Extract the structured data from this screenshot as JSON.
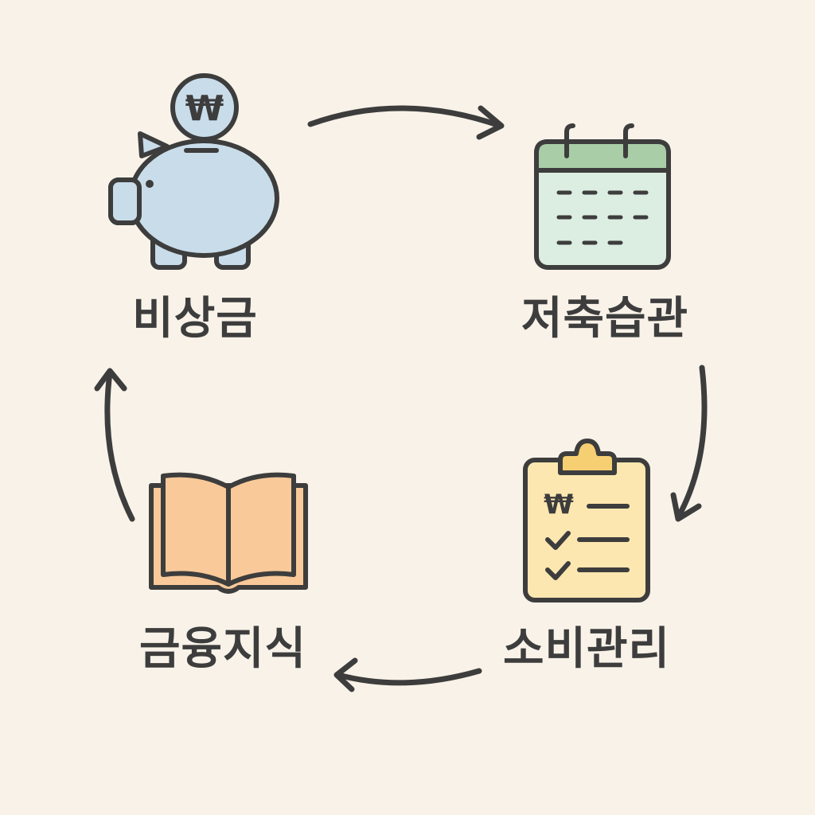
{
  "colors": {
    "background": "#f8f2e8",
    "stroke": "#3d3d3d",
    "piggy_fill": "#c9dcea",
    "calendar_header": "#a9cda7",
    "calendar_body": "#dcede1",
    "clipboard_fill": "#fde7b0",
    "clipboard_clip": "#f7cf73",
    "book_fill": "#f9c99a"
  },
  "steps": [
    {
      "id": "emergency-fund",
      "label": "비상금",
      "icon": "piggy-bank-icon"
    },
    {
      "id": "saving-habit",
      "label": "저축습관",
      "icon": "calendar-icon"
    },
    {
      "id": "spending-management",
      "label": "소비관리",
      "icon": "clipboard-checklist-icon"
    },
    {
      "id": "financial-literacy",
      "label": "금융지식",
      "icon": "open-book-icon"
    }
  ],
  "currency_symbol": "₩"
}
